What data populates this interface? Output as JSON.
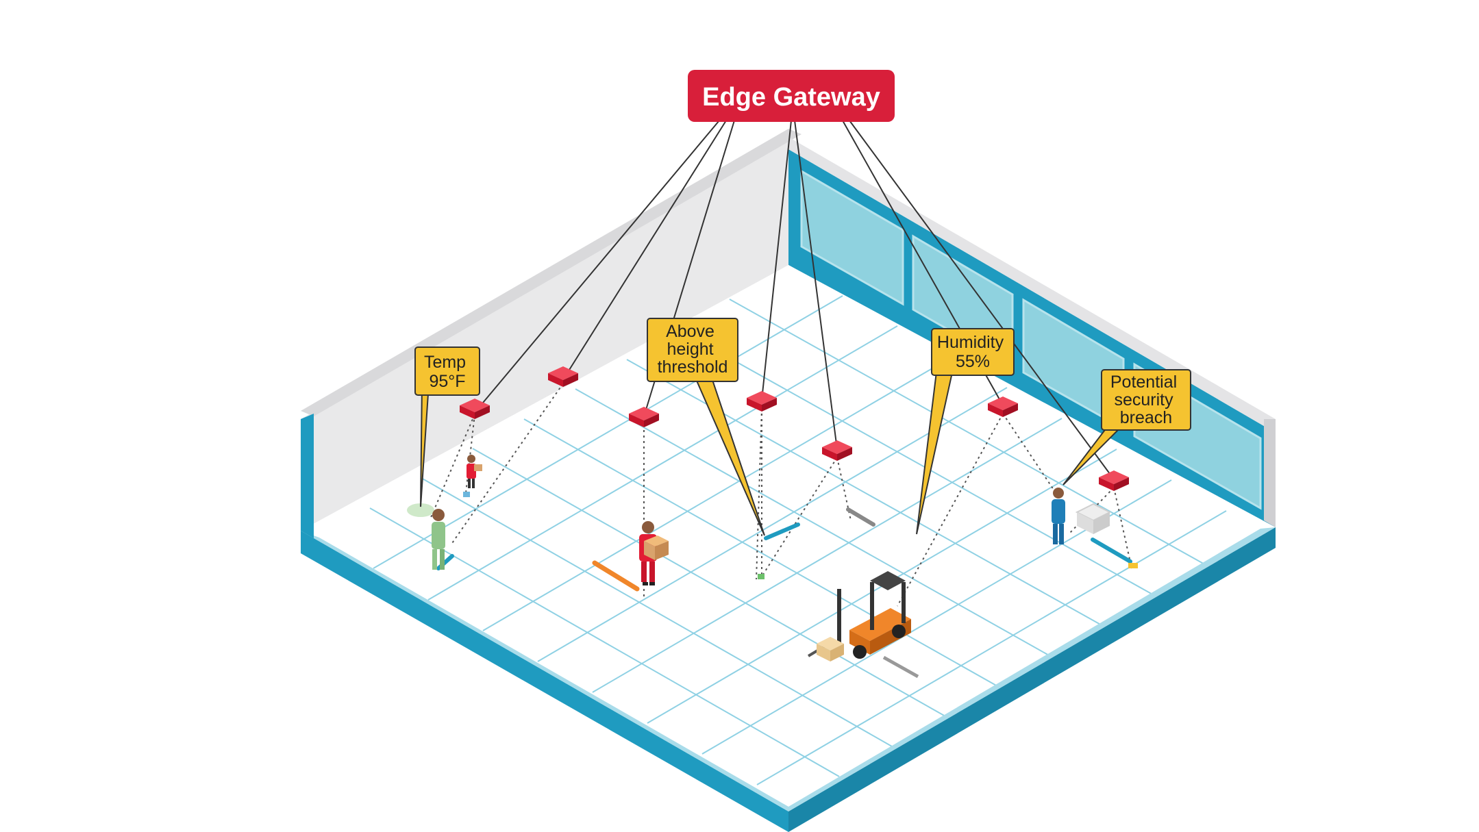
{
  "gateway": {
    "label": "Edge Gateway"
  },
  "callouts": {
    "temp": [
      "Temp",
      "95°F"
    ],
    "height": [
      "Above",
      "height",
      "threshold"
    ],
    "humidity": [
      "Humidity",
      "55%"
    ],
    "security": [
      "Potential",
      "security",
      "breach"
    ]
  },
  "colors": {
    "gateway_red": "#d81f3a",
    "sensor_red": "#e21d34",
    "callout_yellow": "#f5c330",
    "wall_teal": "#1f9bc0",
    "window_blue": "#8fd2df",
    "grid_line": "#8fd1e4",
    "left_wall": "#e9e9ea"
  },
  "icons": [
    "sensor-icon",
    "worker-icon",
    "forklift-icon",
    "box-icon"
  ]
}
